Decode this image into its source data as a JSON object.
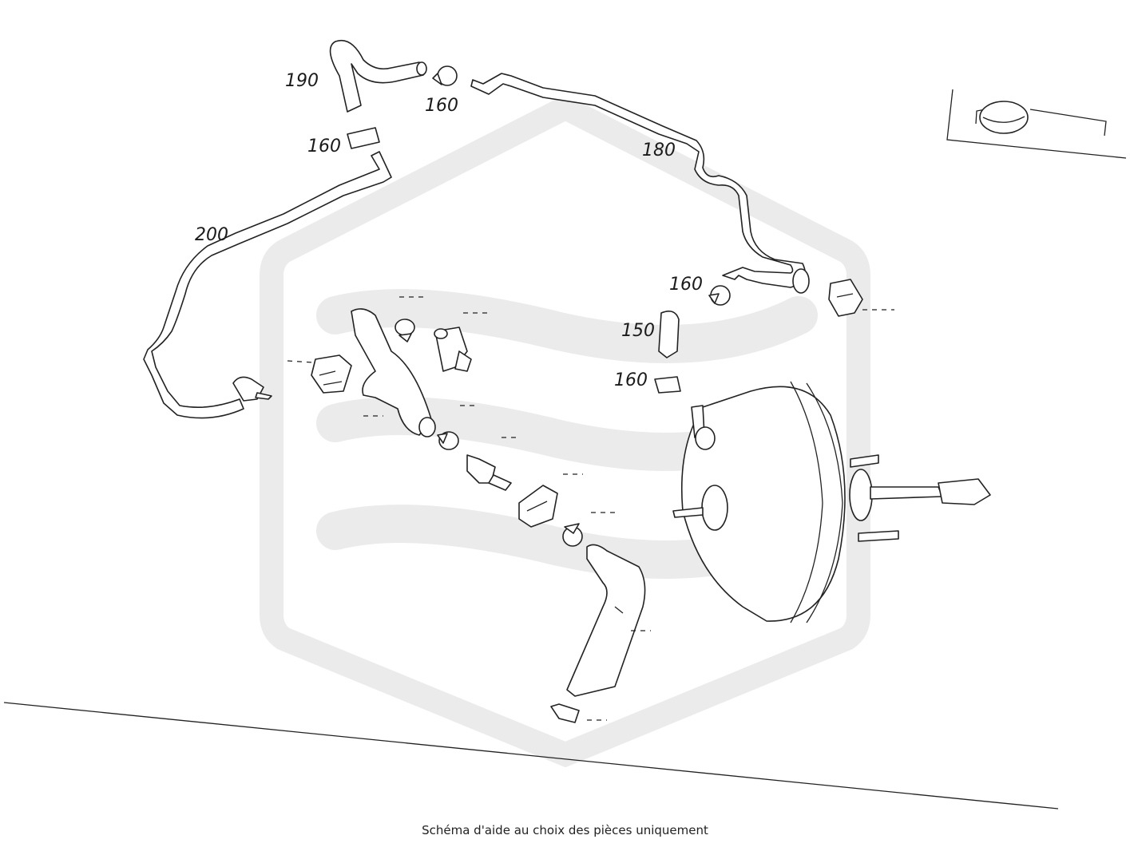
{
  "callouts": {
    "c190": "190",
    "c160_a": "160",
    "c160_b": "160",
    "c180": "180",
    "c200": "200",
    "c160_c": "160",
    "c150": "150",
    "c160_d": "160"
  },
  "caption": "Schéma d'aide au choix des pièces uniquement",
  "colors": {
    "line": "#222222",
    "watermark": "#ebebeb"
  }
}
